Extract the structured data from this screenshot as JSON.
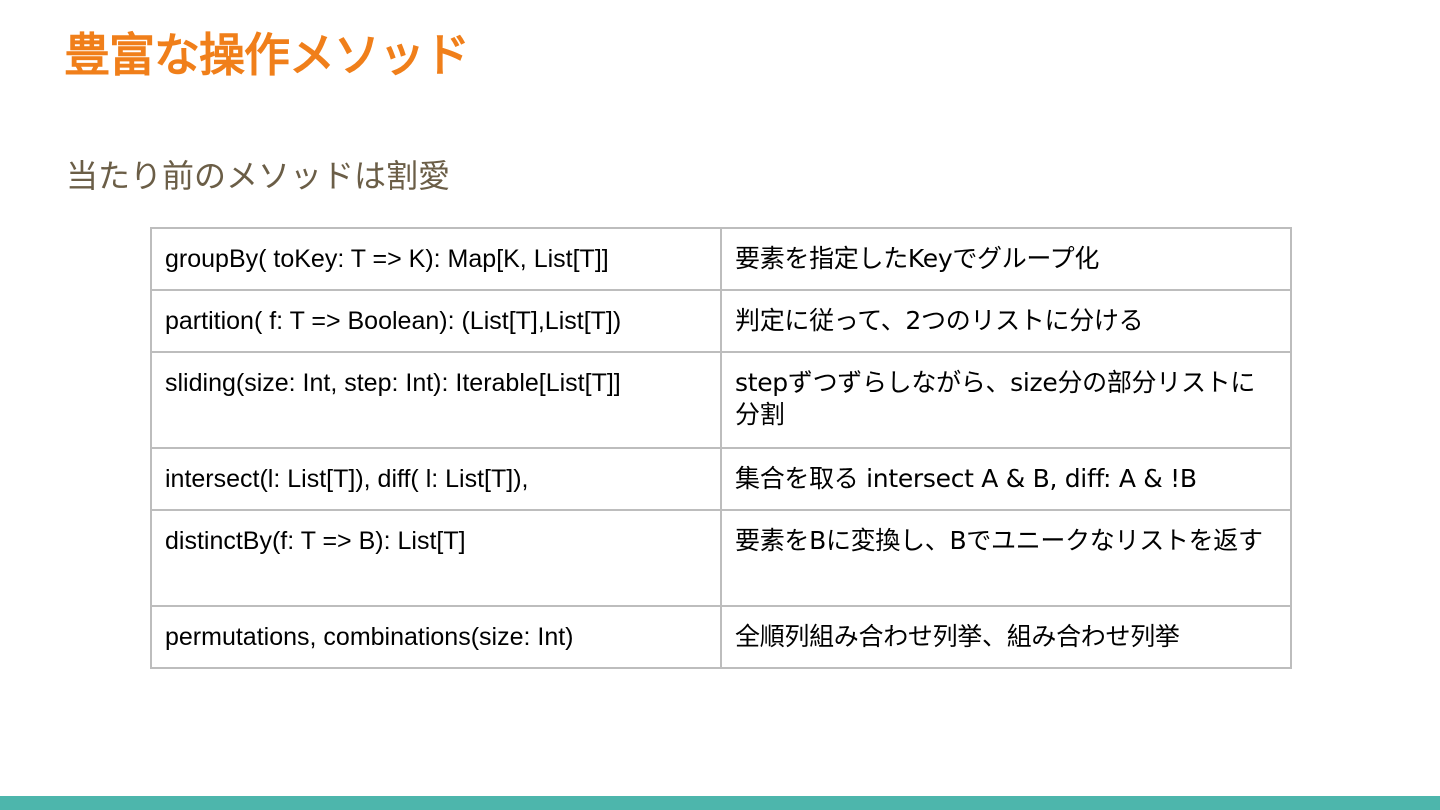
{
  "slide": {
    "title": "豊富な操作メソッド",
    "subtitle": "当たり前のメソッドは割愛"
  },
  "colors": {
    "title": "#f07f1a",
    "subtitle": "#6b5e47",
    "table_border": "#bdbdbd",
    "bottom_bar": "#4db6ac"
  },
  "table": {
    "rows": [
      {
        "signature": "groupBy( toKey: T => K): Map[K, List[T]]",
        "description": "要素を指定したKeyでグループ化"
      },
      {
        "signature": "partition( f: T => Boolean): (List[T],List[T])",
        "description": "判定に従って、2つのリストに分ける"
      },
      {
        "signature": "sliding(size: Int, step: Int): Iterable[List[T]]",
        "description": "stepずつずらしながら、size分の部分リストに分割"
      },
      {
        "signature": "intersect(l: List[T]), diff( l: List[T]),",
        "description": "集合を取る intersect A & B, diff: A & !B"
      },
      {
        "signature": "distinctBy(f: T => B): List[T]",
        "description": "要素をBに変換し、Bでユニークなリストを返す"
      },
      {
        "signature": "permutations, combinations(size: Int)",
        "description": "全順列組み合わせ列挙、組み合わせ列挙"
      }
    ]
  }
}
